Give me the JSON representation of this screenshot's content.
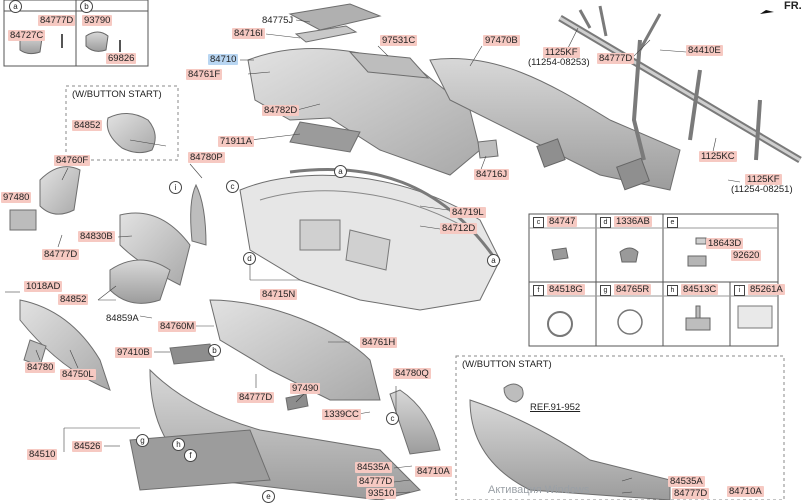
{
  "front_label": "FR.",
  "notes": {
    "wbutton_start_top": "(W/BUTTON START)",
    "wbutton_start_bottom": "(W/BUTTON START)",
    "ref": "REF.91-952",
    "range_a": "(11254-08253)",
    "range_b": "(11254-08251)"
  },
  "watermark": "Активация Windows",
  "callouts": {
    "a": "a",
    "b": "b",
    "c": "c",
    "d": "d",
    "e": "e",
    "f": "f",
    "g": "g",
    "h": "h",
    "i": "i"
  },
  "top_left_box": {
    "a": "a",
    "b": "b",
    "p84777D": "84777D",
    "p93790": "93790",
    "p84727C": "84727C",
    "p69826": "69826"
  },
  "parts": {
    "p84775J": "84775J",
    "p84716I": "84716I",
    "p84710": "84710",
    "p84761F": "84761F",
    "p84782D": "84782D",
    "p71911A": "71911A",
    "p97531C": "97531C",
    "p97470B": "97470B",
    "p1125KF_a": "1125KF",
    "p84777D_a": "84777D",
    "p84410E": "84410E",
    "p1125KC": "1125KC",
    "p1125KF_b": "1125KF",
    "p84716J": "84716J",
    "p84719L": "84719L",
    "p84712D": "84712D",
    "p84852_a": "84852",
    "p84760F": "84760F",
    "p84780P": "84780P",
    "p97480": "97480",
    "p84777D_b": "84777D",
    "p84830B": "84830B",
    "p1018AD": "1018AD",
    "p84852_b": "84852",
    "p84859A": "84859A",
    "p84715N": "84715N",
    "p84760M": "84760M",
    "p84761H": "84761H",
    "p84780": "84780",
    "p84750L": "84750L",
    "p97410B": "97410B",
    "p84777D_c": "84777D",
    "p97490": "97490",
    "p84780Q": "84780Q",
    "p1339CC": "1339CC",
    "p84526": "84526",
    "p84510": "84510",
    "p84535A_a": "84535A",
    "p84777D_d": "84777D",
    "p93510": "93510",
    "p84710A_a": "84710A",
    "p84535A_b": "84535A",
    "p84777D_e": "84777D",
    "p84710A_b": "84710A"
  },
  "legend_table": {
    "c": {
      "letter": "c",
      "part": "84747"
    },
    "d": {
      "letter": "d",
      "part": "1336AB"
    },
    "e": {
      "letter": "e",
      "part_a": "18643D",
      "part_b": "92620"
    },
    "f": {
      "letter": "f",
      "part": "84518G"
    },
    "g": {
      "letter": "g",
      "part": "84765R"
    },
    "h": {
      "letter": "h",
      "part": "84513C"
    },
    "i": {
      "letter": "i",
      "part": "85261A"
    }
  },
  "colors": {
    "label_bg": "#f6c9c2",
    "highlight_bg": "#b9d6f2",
    "part_fill": "#c9c9c9",
    "part_stroke": "#6e6e6e"
  }
}
